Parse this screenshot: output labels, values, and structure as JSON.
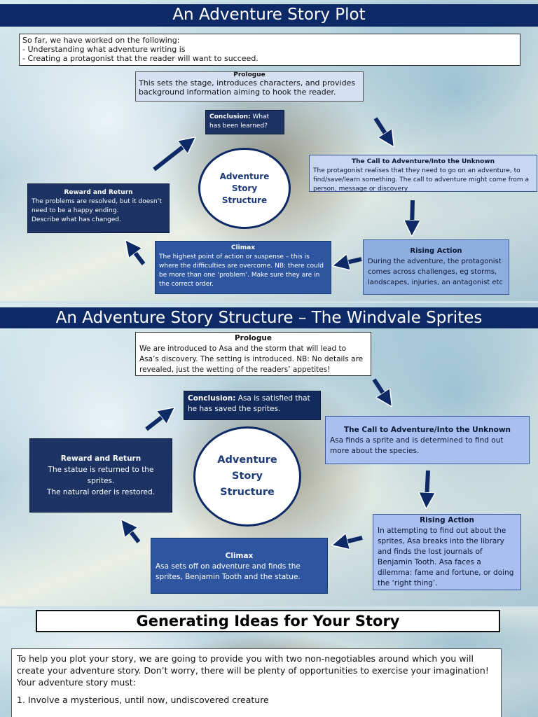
{
  "slide1": {
    "title": "An Adventure Story Plot",
    "intro": {
      "line1": "So far, we have worked on the following:",
      "line2": "- Understanding what adventure writing is",
      "line3": "- Creating a protagonist that the reader will want to succeed."
    },
    "prologue": {
      "heading": "Prologue",
      "text": "This sets the stage, introduces characters, and provides background information aiming to hook the reader."
    },
    "conclusion": {
      "heading": "Conclusion:",
      "text": " What has been learned?"
    },
    "call": {
      "heading": "The Call to Adventure/Into the Unknown",
      "text": "The protagonist realises that they need to go on an adventure, to find/save/learn something. The call to adventure might come from a person, message or discovery"
    },
    "center": {
      "line1": "Adventure",
      "line2": "Story",
      "line3": "Structure"
    },
    "reward": {
      "heading": "Reward and Return",
      "text1": "The problems are resolved, but it doesn’t need to be a happy ending.",
      "text2": "Describe what has changed."
    },
    "climax": {
      "heading": "Climax",
      "text": "The highest point of action or suspense – this is where the difficulties are overcome. NB: there could be more than one ‘problem’. Make sure they are in the correct order."
    },
    "rising": {
      "heading": "Rising Action",
      "text": "During the adventure, the protagonist comes across challenges, eg storms, landscapes, injuries, an antagonist etc"
    }
  },
  "slide2": {
    "title": "An Adventure Story Structure – The Windvale Sprites",
    "prologue": {
      "heading": "Prologue",
      "text": "We are introduced to Asa and the storm that will lead to Asa’s discovery. The setting is introduced. NB: No details are revealed, just the wetting of the readers’ appetites!"
    },
    "conclusion": {
      "heading": "Conclusion:",
      "text": " Asa is satisfied that he has saved the sprites."
    },
    "call": {
      "heading": "The Call to Adventure/Into the Unknown",
      "text": "Asa finds a sprite and is determined to find out more about the species."
    },
    "center": {
      "line1": "Adventure",
      "line2": "Story",
      "line3": "Structure"
    },
    "reward": {
      "heading": "Reward and Return",
      "text1": "The statue is returned to the sprites.",
      "text2": "The natural order is restored."
    },
    "climax": {
      "heading": "Climax",
      "text": "Asa sets off on adventure and finds the sprites, Benjamin Tooth and the statue."
    },
    "rising": {
      "heading": "Rising Action",
      "text": "In attempting to find out about the sprites, Asa breaks into the library and finds the lost  journals of Benjamin Tooth. Asa faces a dilemma: fame and fortune, or doing the ‘right thing’."
    }
  },
  "slide3": {
    "title": "Generating Ideas for Your Story",
    "para1": "To help you plot your story, we are going to provide you with two non-negotiables around which you will create your adventure story. Don’t worry, there will be plenty of opportunities to exercise your imagination! Your adventure story must:",
    "item1": "1. Involve a mysterious, until now, undiscovered creature"
  },
  "colors": {
    "title_bar": "#0e2a66",
    "navy_box": "#1c3363",
    "mid_box": "#2e56a0",
    "sky_box": "#8faee0",
    "light_box": "#d6e0f3",
    "arrow": "#0e2a66"
  }
}
